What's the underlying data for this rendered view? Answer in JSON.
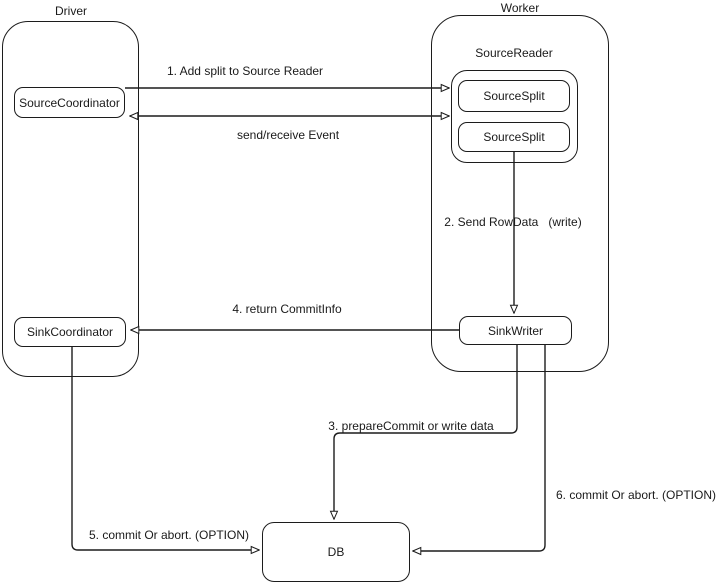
{
  "colors": {
    "background": "#ffffff",
    "stroke": "#1c1c1c",
    "text": "#1a1a1a",
    "node_fill": "#ffffff"
  },
  "containers": {
    "driver": {
      "title": "Driver"
    },
    "worker": {
      "title": "Worker"
    }
  },
  "nodes": {
    "source_coordinator": {
      "label": "SourceCoordinator"
    },
    "source_reader": {
      "label": "SourceReader"
    },
    "source_split_1": {
      "label": "SourceSplit"
    },
    "source_split_2": {
      "label": "SourceSplit"
    },
    "sink_coordinator": {
      "label": "SinkCoordinator"
    },
    "sink_writer": {
      "label": "SinkWriter"
    },
    "db": {
      "label": "DB"
    }
  },
  "edges": {
    "add_split": {
      "label": "1. Add split to Source Reader",
      "from": "SourceCoordinator",
      "to": "SourceReader",
      "direction": "right"
    },
    "send_receive_event": {
      "label": "send/receive Event",
      "from": "SourceCoordinator",
      "to": "SourceReader",
      "direction": "both"
    },
    "send_rowdata": {
      "label": "2. Send RowData   (write)",
      "from": "SourceSplit",
      "to": "SinkWriter",
      "direction": "down"
    },
    "prepare_commit": {
      "label": "3. prepareCommit or write data",
      "from": "SinkWriter",
      "to": "DB",
      "direction": "down"
    },
    "return_commitinfo": {
      "label": "4. return CommitInfo",
      "from": "SinkWriter",
      "to": "SinkCoordinator",
      "direction": "left"
    },
    "commit_or_abort_coordinator": {
      "label": "5. commit Or abort. (OPTION)",
      "from": "SinkCoordinator",
      "to": "DB",
      "direction": "right"
    },
    "commit_or_abort_writer": {
      "label": "6. commit Or abort. (OPTION)",
      "from": "SinkWriter",
      "to": "DB",
      "direction": "left"
    }
  }
}
